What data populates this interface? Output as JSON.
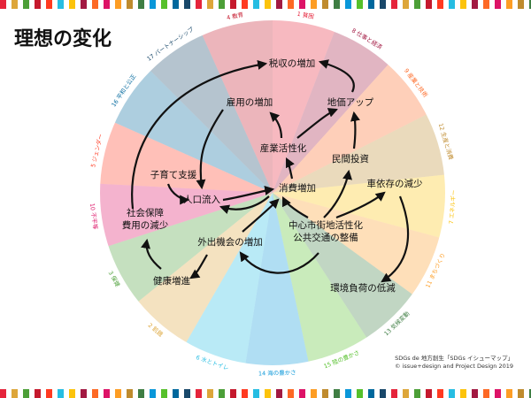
{
  "title": "理想の変化",
  "sdg_goals": [
    {
      "label": "1 貧困",
      "color": "#e5243b"
    },
    {
      "label": "2 飢餓",
      "color": "#dda63a"
    },
    {
      "label": "3 保健",
      "color": "#4c9f38"
    },
    {
      "label": "4 教育",
      "color": "#c5192d"
    },
    {
      "label": "5 ジェンダー",
      "color": "#ff3a21"
    },
    {
      "label": "6 水とトイレ",
      "color": "#26bde2"
    },
    {
      "label": "7 エネルギー",
      "color": "#fcc30b"
    },
    {
      "label": "8 仕事と経済",
      "color": "#a21942"
    },
    {
      "label": "9 産業と技術",
      "color": "#fd6925"
    },
    {
      "label": "10 不平等",
      "color": "#dd1367"
    },
    {
      "label": "11 まちづくり",
      "color": "#fd9d24"
    },
    {
      "label": "12 生産と消費",
      "color": "#bf8b2e"
    },
    {
      "label": "13 気候変動",
      "color": "#3f7e44"
    },
    {
      "label": "14 海の豊かさ",
      "color": "#0a97d9"
    },
    {
      "label": "15 陸の豊かさ",
      "color": "#56c02b"
    },
    {
      "label": "16 平和と公正",
      "color": "#00689d"
    },
    {
      "label": "17 パートナーシップ",
      "color": "#19486a"
    }
  ],
  "nodes": {
    "tax_revenue": "税収の増加",
    "employment": "雇用の増加",
    "land_price": "地価アップ",
    "industry": "産業活性化",
    "private_investment": "民間投資",
    "childcare": "子育て支援",
    "car_dependency": "車依存の減少",
    "population_inflow": "人口流入",
    "consumption": "消費増加",
    "social_security": "社会保障\n費用の減少",
    "city_center": "中心市街地活性化\n公共交通の整備",
    "outing": "外出機会の増加",
    "health": "健康増進",
    "environment": "環境負荷の低減"
  },
  "credits": {
    "line1": "SDGs de 地方創生「SDGs イシューマップ」",
    "line2": "© issue+design and Project Design 2019"
  }
}
